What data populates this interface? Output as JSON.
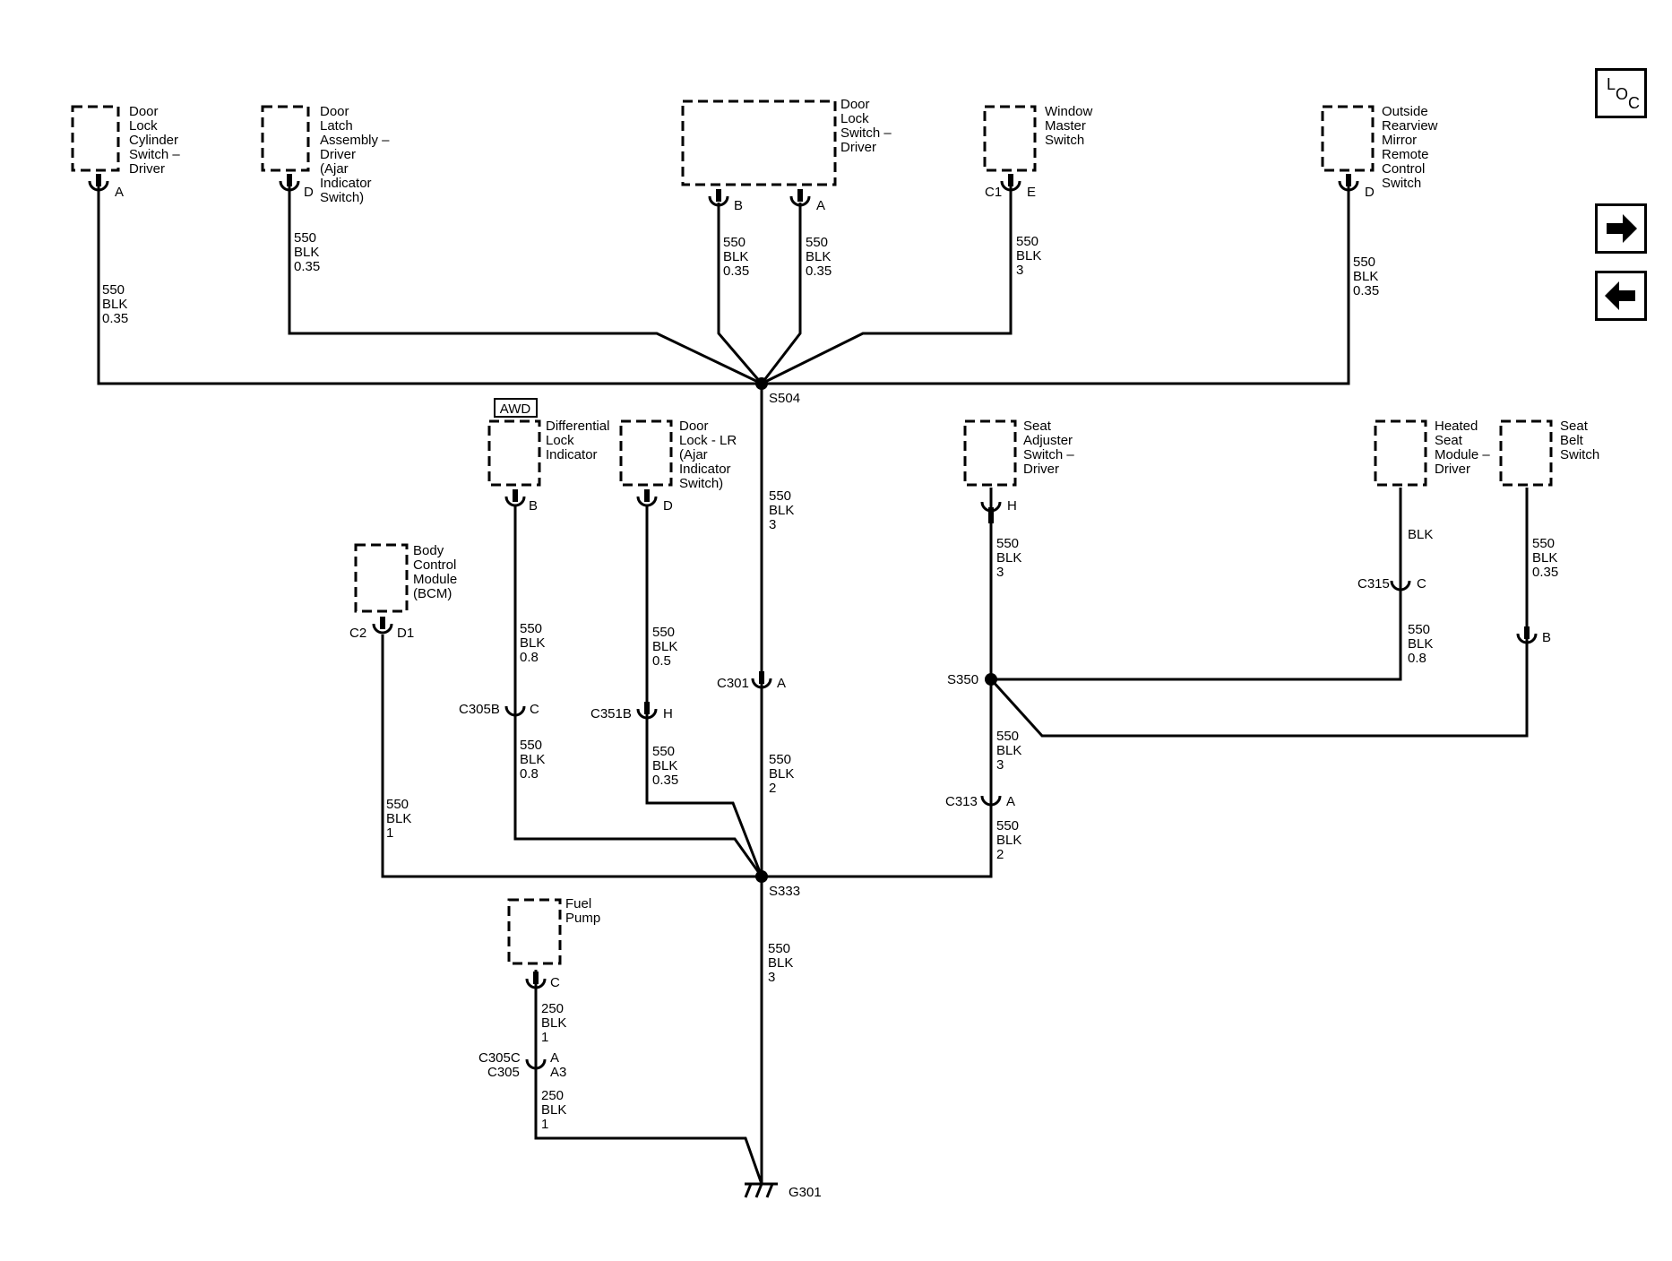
{
  "components": {
    "door_lock_cylinder": [
      "Door",
      "Lock",
      "Cylinder",
      "Switch –",
      "Driver"
    ],
    "door_latch_assembly": [
      "Door",
      "Latch",
      "Assembly –",
      "Driver",
      "(Ajar",
      "Indicator",
      "Switch)"
    ],
    "door_lock_switch": [
      "Door",
      "Lock",
      "Switch –",
      "Driver"
    ],
    "window_master_switch": [
      "Window",
      "Master",
      "Switch"
    ],
    "outside_mirror_switch": [
      "Outside",
      "Rearview",
      "Mirror",
      "Remote",
      "Control",
      "Switch"
    ],
    "differential_lock": [
      "Differential",
      "Lock",
      "Indicator"
    ],
    "door_lock_lr": [
      "Door",
      "Lock - LR",
      "(Ajar",
      "Indicator",
      "Switch)"
    ],
    "bcm": [
      "Body",
      "Control",
      "Module",
      "(BCM)"
    ],
    "seat_adjuster": [
      "Seat",
      "Adjuster",
      "Switch –",
      "Driver"
    ],
    "heated_seat_module": [
      "Heated",
      "Seat",
      "Module –",
      "Driver"
    ],
    "seat_belt_switch": [
      "Seat",
      "Belt",
      "Switch"
    ],
    "fuel_pump": [
      "Fuel",
      "Pump"
    ]
  },
  "awd_badge": "AWD",
  "pins": {
    "door_lock_cylinder": "A",
    "door_latch_assembly": "D",
    "door_lock_switch_b": "B",
    "door_lock_switch_a": "A",
    "window_master_conn": "C1",
    "window_master_pin": "E",
    "outside_mirror": "D",
    "differential_lock": "B",
    "door_lock_lr": "D",
    "bcm_conn": "C2",
    "bcm_pin": "D1",
    "seat_adjuster": "H",
    "heated_seat_conn": "C315",
    "heated_seat_pin": "C",
    "seat_belt": "B",
    "fuel_pump": "C"
  },
  "connectors": {
    "c305b": "C305B",
    "c305b_pin": "C",
    "c351b": "C351B",
    "c351b_pin": "H",
    "c301": "C301",
    "c301_pin": "A",
    "c313": "C313",
    "c313_pin": "A",
    "c305c": "C305C",
    "c305": "C305",
    "c305c_pin": "A",
    "c305_pin": "A3"
  },
  "splices": {
    "s504": "S504",
    "s333": "S333",
    "s350": "S350"
  },
  "ground": "G301",
  "wires": {
    "door_lock_cylinder": [
      "550",
      "BLK",
      "0.35"
    ],
    "door_latch": [
      "550",
      "BLK",
      "0.35"
    ],
    "door_lock_switch_b": [
      "550",
      "BLK",
      "0.35"
    ],
    "door_lock_switch_a": [
      "550",
      "BLK",
      "0.35"
    ],
    "window_master": [
      "550",
      "BLK",
      "3"
    ],
    "outside_mirror": [
      "550",
      "BLK",
      "0.35"
    ],
    "s504_c301": [
      "550",
      "BLK",
      "3"
    ],
    "c301_s333": [
      "550",
      "BLK",
      "2"
    ],
    "diff_upper": [
      "550",
      "BLK",
      "0.8"
    ],
    "diff_lower": [
      "550",
      "BLK",
      "0.8"
    ],
    "lr_upper": [
      "550",
      "BLK",
      "0.5"
    ],
    "lr_lower": [
      "550",
      "BLK",
      "0.35"
    ],
    "bcm": [
      "550",
      "BLK",
      "1"
    ],
    "seat_adjuster": [
      "550",
      "BLK",
      "3"
    ],
    "heated_seat_upper": [
      "BLK"
    ],
    "heated_seat_lower": [
      "550",
      "BLK",
      "0.8"
    ],
    "seat_belt": [
      "550",
      "BLK",
      "0.35"
    ],
    "s350_c313": [
      "550",
      "BLK",
      "3"
    ],
    "c313_s333": [
      "550",
      "BLK",
      "2"
    ],
    "s333_ground": [
      "550",
      "BLK",
      "3"
    ],
    "fuel_pump_upper": [
      "250",
      "BLK",
      "1"
    ],
    "fuel_pump_lower": [
      "250",
      "BLK",
      "1"
    ]
  },
  "navigation": {
    "loc_icon": "location-icon",
    "next_icon": "arrow-right-icon",
    "prev_icon": "arrow-left-icon",
    "loc_letters": [
      "L",
      "O",
      "C"
    ]
  }
}
